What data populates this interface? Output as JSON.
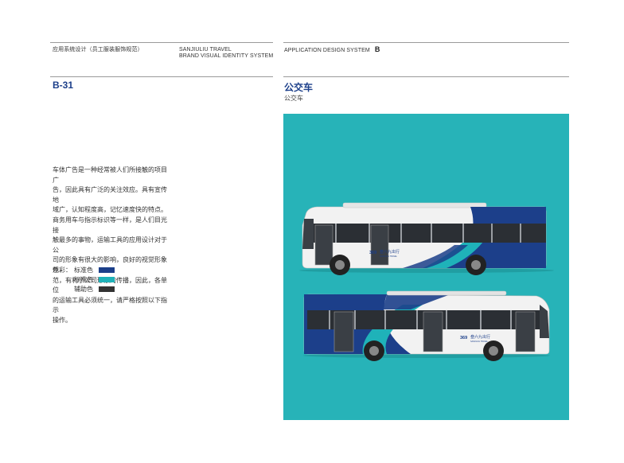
{
  "header": {
    "left_title": "应用系统设计（员工服装服饰规范）",
    "brand_line1": "SANJIULIU TRAVEL",
    "brand_line2": "BRAND VISUAL IDENTITY SYSTEM",
    "right_title": "APPLICATION DESIGN SYSTEM",
    "right_section": "B"
  },
  "page": {
    "code": "B-31",
    "title": "公交车",
    "subtitle": "公交车"
  },
  "description": [
    "车体广告是一种经常被人们所接触的项目广",
    "告，因此具有广泛的关注效应。具有宣传地",
    "域广，认知程度高，记忆速度快的特点。",
    "商务用车与指示标识等一样，是人们目光接",
    "触最多的事物，运输工具的应用设计对于公",
    "司的形象有很大的影响，良好的视觉形象规",
    "范，有利于公司形象的传播，因此，各单位",
    "的运输工具必须统一，请严格按照以下指示",
    "操作。"
  ],
  "colors": {
    "label": "色彩：",
    "items": [
      {
        "name": "标准色",
        "hex": "#1c3f8a"
      },
      {
        "name": "标准色",
        "hex": "#1fb2b9"
      },
      {
        "name": "辅助色",
        "hex": "#333333"
      }
    ]
  },
  "panel": {
    "background": "#27b3b8",
    "bus_logo": "叁六九出行",
    "bus_logo_sub": "SANJIULIU TRAVEL"
  }
}
